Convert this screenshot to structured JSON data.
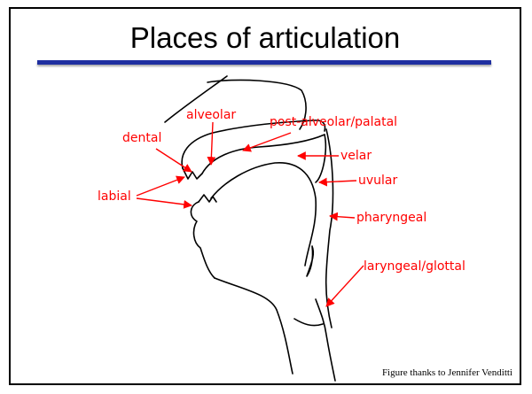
{
  "slide": {
    "title": "Places of articulation",
    "credit": "Figure thanks to Jennifer Venditti"
  },
  "labels": {
    "dental": "dental",
    "alveolar": "alveolar",
    "post_alveolar": "post-alveolar/palatal",
    "velar": "velar",
    "uvular": "uvular",
    "labial": "labial",
    "pharyngeal": "pharyngeal",
    "laryngeal": "laryngeal/glottal"
  },
  "colors": {
    "label": "#ff0000",
    "rule": "#1f2fa0",
    "outline": "#000000"
  }
}
